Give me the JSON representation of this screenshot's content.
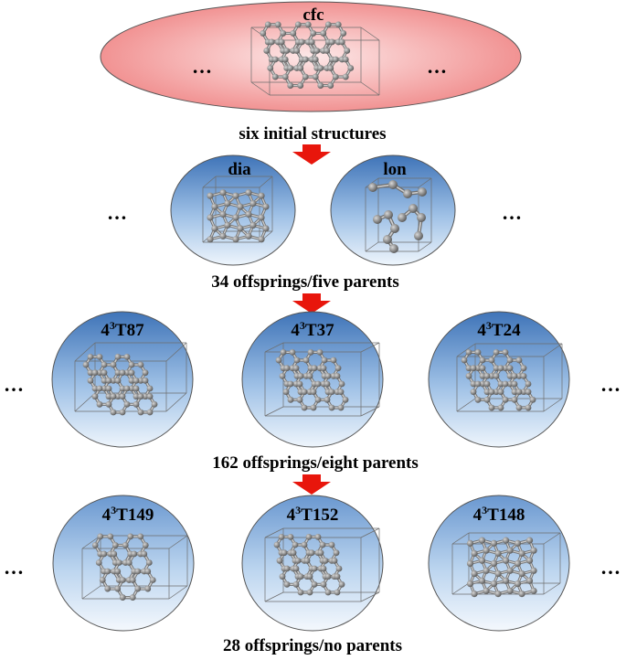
{
  "title_row": {
    "label": "cfc",
    "left_ellipsis": "…",
    "right_ellipsis": "…",
    "caption": "six initial structures"
  },
  "row2": {
    "items": [
      {
        "label": "dia"
      },
      {
        "label": "lon"
      }
    ],
    "left_ellipsis": "…",
    "right_ellipsis": "…",
    "caption": "34 offsprings/five parents"
  },
  "row3": {
    "items": [
      {
        "base": "4",
        "sup": "3",
        "rest": "T87"
      },
      {
        "base": "4",
        "sup": "3",
        "rest": "T37"
      },
      {
        "base": "4",
        "sup": "3",
        "rest": "T24"
      }
    ],
    "left_ellipsis": "…",
    "right_ellipsis": "…",
    "caption": "162 offsprings/eight parents"
  },
  "row4": {
    "items": [
      {
        "base": "4",
        "sup": "3",
        "rest": "T149"
      },
      {
        "base": "4",
        "sup": "3",
        "rest": "T152"
      },
      {
        "base": "4",
        "sup": "3",
        "rest": "T148"
      }
    ],
    "left_ellipsis": "…",
    "right_ellipsis": "…",
    "caption": "28 offsprings/no parents"
  },
  "colors": {
    "top_fill": "#f39a9a",
    "top_fill_center": "#fde3e3",
    "bubble_dark": "#4a7fc0",
    "bubble_light": "#e6f0fb",
    "arrow": "#e8160c",
    "atom": "#8c8c8c",
    "bond": "#9a9a9a"
  }
}
